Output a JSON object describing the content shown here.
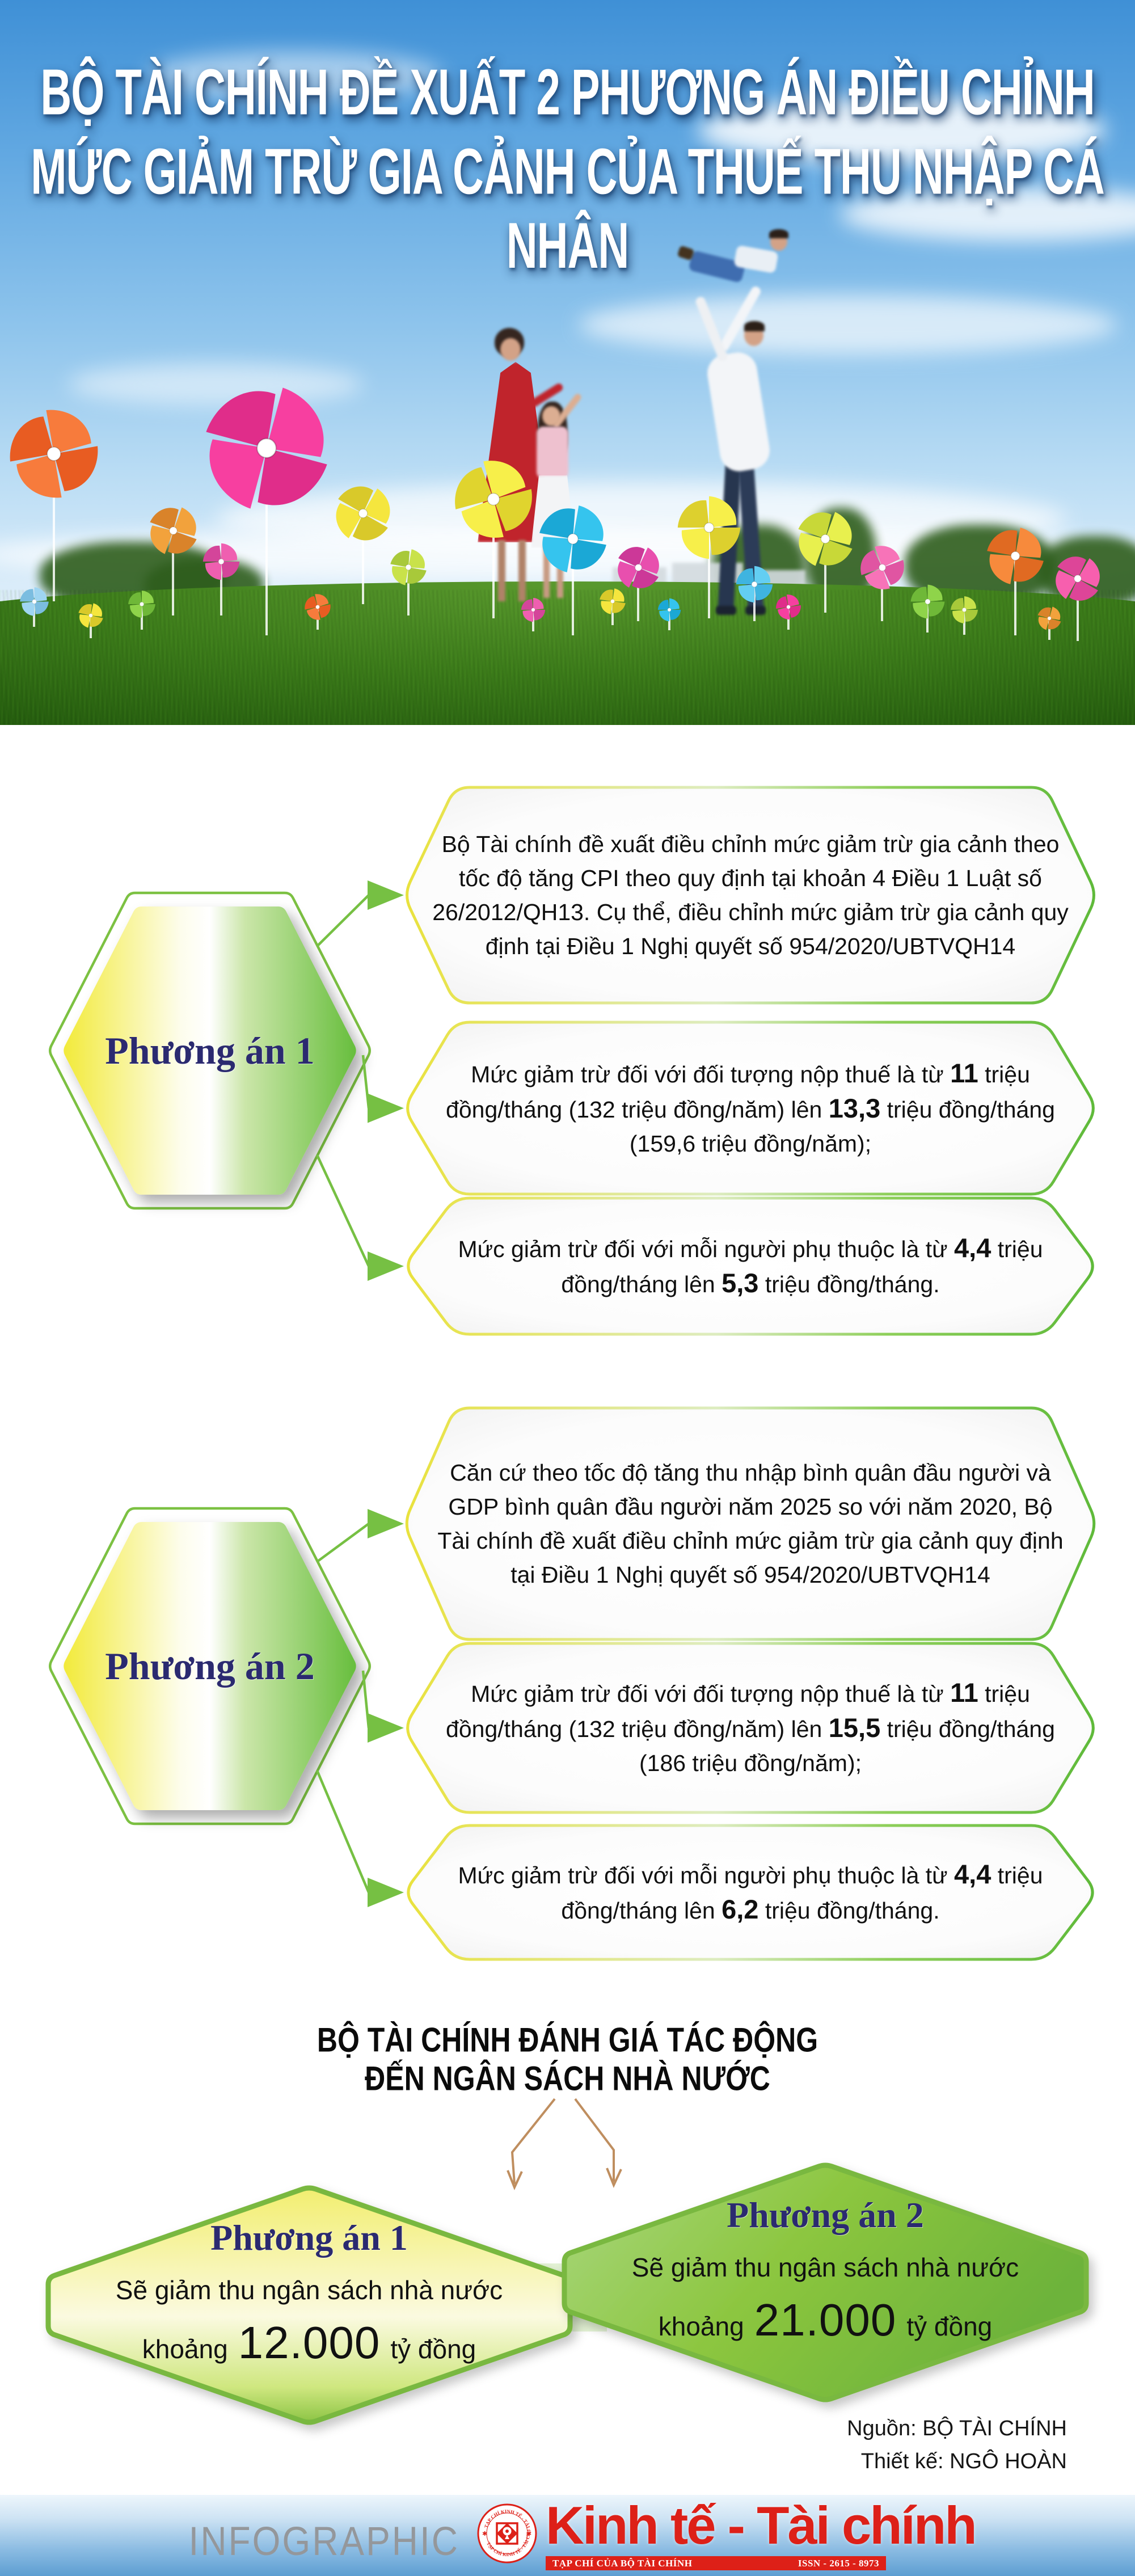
{
  "page": {
    "title_line1": "BỘ TÀI CHÍNH ĐỀ XUẤT 2 PHƯƠNG ÁN ĐIỀU CHỈNH",
    "title_line2": "MỨC GIẢM TRỪ GIA CẢNH CỦA THUẾ THU NHẬP CÁ NHÂN"
  },
  "plans": [
    {
      "label": "Phương án 1",
      "bubbles": [
        {
          "segments": [
            [
              "Bộ Tài chính đề xuất điều chỉnh mức giảm trừ gia cảnh theo tốc độ tăng CPI theo quy định tại khoản 4 Điều 1 Luật số 26/2012/QH13. Cụ thể, điều chỉnh mức giảm trừ gia cảnh quy định tại Điều 1 Nghị quyết số 954/2020/UBTVQH14",
              false
            ]
          ]
        },
        {
          "segments": [
            [
              "Mức giảm trừ đối với đối tượng nộp thuế là từ ",
              false
            ],
            [
              "11",
              true
            ],
            [
              " triệu đồng/tháng (132 triệu đồng/năm) lên ",
              false
            ],
            [
              "13,3",
              true
            ],
            [
              " triệu đồng/tháng (159,6 triệu đồng/năm);",
              false
            ]
          ]
        },
        {
          "segments": [
            [
              "Mức giảm trừ đối với mỗi người phụ thuộc là từ ",
              false
            ],
            [
              "4,4",
              true
            ],
            [
              " triệu đồng/tháng lên ",
              false
            ],
            [
              "5,3",
              true
            ],
            [
              " triệu đồng/tháng.",
              false
            ]
          ]
        }
      ]
    },
    {
      "label": "Phương án 2",
      "bubbles": [
        {
          "segments": [
            [
              "Căn cứ theo tốc độ tăng thu nhập bình quân đầu người và GDP bình quân đầu người năm 2025 so với năm 2020, Bộ Tài chính đề xuất điều chỉnh mức giảm trừ gia cảnh quy định tại Điều 1 Nghị quyết số 954/2020/UBTVQH14",
              false
            ]
          ]
        },
        {
          "segments": [
            [
              "Mức giảm trừ đối với đối tượng nộp thuế là từ ",
              false
            ],
            [
              "11",
              true
            ],
            [
              " triệu đồng/tháng (132 triệu đồng/năm) lên ",
              false
            ],
            [
              "15,5",
              true
            ],
            [
              " triệu đồng/tháng (186 triệu đồng/năm);",
              false
            ]
          ]
        },
        {
          "segments": [
            [
              "Mức giảm trừ đối với mỗi người phụ thuộc là từ ",
              false
            ],
            [
              "4,4",
              true
            ],
            [
              " triệu đồng/tháng lên ",
              false
            ],
            [
              "6,2",
              true
            ],
            [
              " triệu đồng/tháng.",
              false
            ]
          ]
        }
      ]
    }
  ],
  "impact": {
    "heading1": "BỘ TÀI CHÍNH ĐÁNH GIÁ TÁC ĐỘNG",
    "heading2": "ĐẾN NGÂN SÁCH NHÀ NƯỚC",
    "cards": [
      {
        "label": "Phương án 1",
        "text": "Sẽ giảm thu ngân sách nhà nước",
        "prefix": "khoảng",
        "amount": "12.000",
        "suffix": "tỷ đồng"
      },
      {
        "label": "Phương án 2",
        "text": "Sẽ giảm thu ngân sách nhà nước",
        "prefix": "khoảng",
        "amount": "21.000",
        "suffix": "tỷ đồng"
      }
    ]
  },
  "credits": {
    "source": "Nguồn: BỘ TÀI CHÍNH",
    "designer": "Thiết kế: NGÔ HOÀN"
  },
  "banner": {
    "label": "INFOGRAPHIC",
    "brand": "Kinh tế - Tài chính",
    "tagline": "TẠP CHÍ CỦA BỘ TÀI CHÍNH",
    "issn": "ISSN - 2615 - 8973",
    "logo": "kinh-te-tai-chinh-emblem"
  },
  "colors": {
    "green": "#76c043",
    "yellow": "#e9e23e",
    "navy": "#2b2a70",
    "red": "#dd2018",
    "tan": "#bf8e5f",
    "sky": "#63a9e2",
    "grass": "#2f6b14"
  }
}
